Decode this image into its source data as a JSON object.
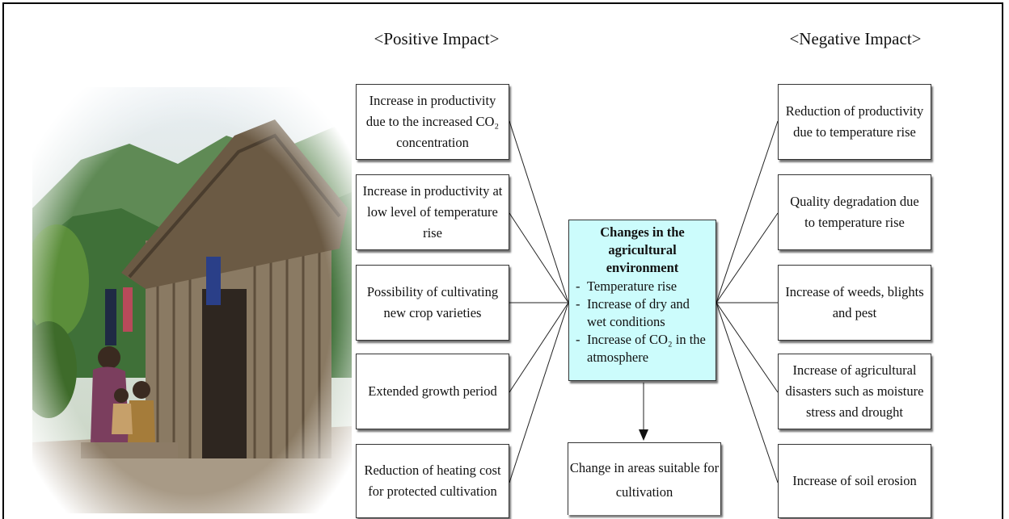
{
  "positive_heading": "<Positive Impact>",
  "negative_heading": "<Negative Impact>",
  "positive_impacts": [
    "Increase in productivity due to the increased CO₂ concentration",
    "Increase in productivity at low level of temperature rise",
    "Possibility of cultivating new crop varieties",
    "Extended growth period",
    "Reduction of heating cost for protected cultivation"
  ],
  "negative_impacts": [
    "Reduction of productivity due to temperature rise",
    "Quality degradation due to temperature rise",
    "Increase of weeds, blights and pest",
    "Increase of agricultural disasters such as moisture stress and drought",
    "Increase of soil erosion"
  ],
  "center": {
    "title": "Changes in the agricultural environment",
    "items": [
      "Temperature rise",
      "Increase of dry and wet conditions",
      "Increase of CO₂ in the atmosphere"
    ]
  },
  "outcome": "Change in areas suitable for cultivation",
  "colors": {
    "center_fill": "#ccfcfc",
    "border": "#333333"
  }
}
